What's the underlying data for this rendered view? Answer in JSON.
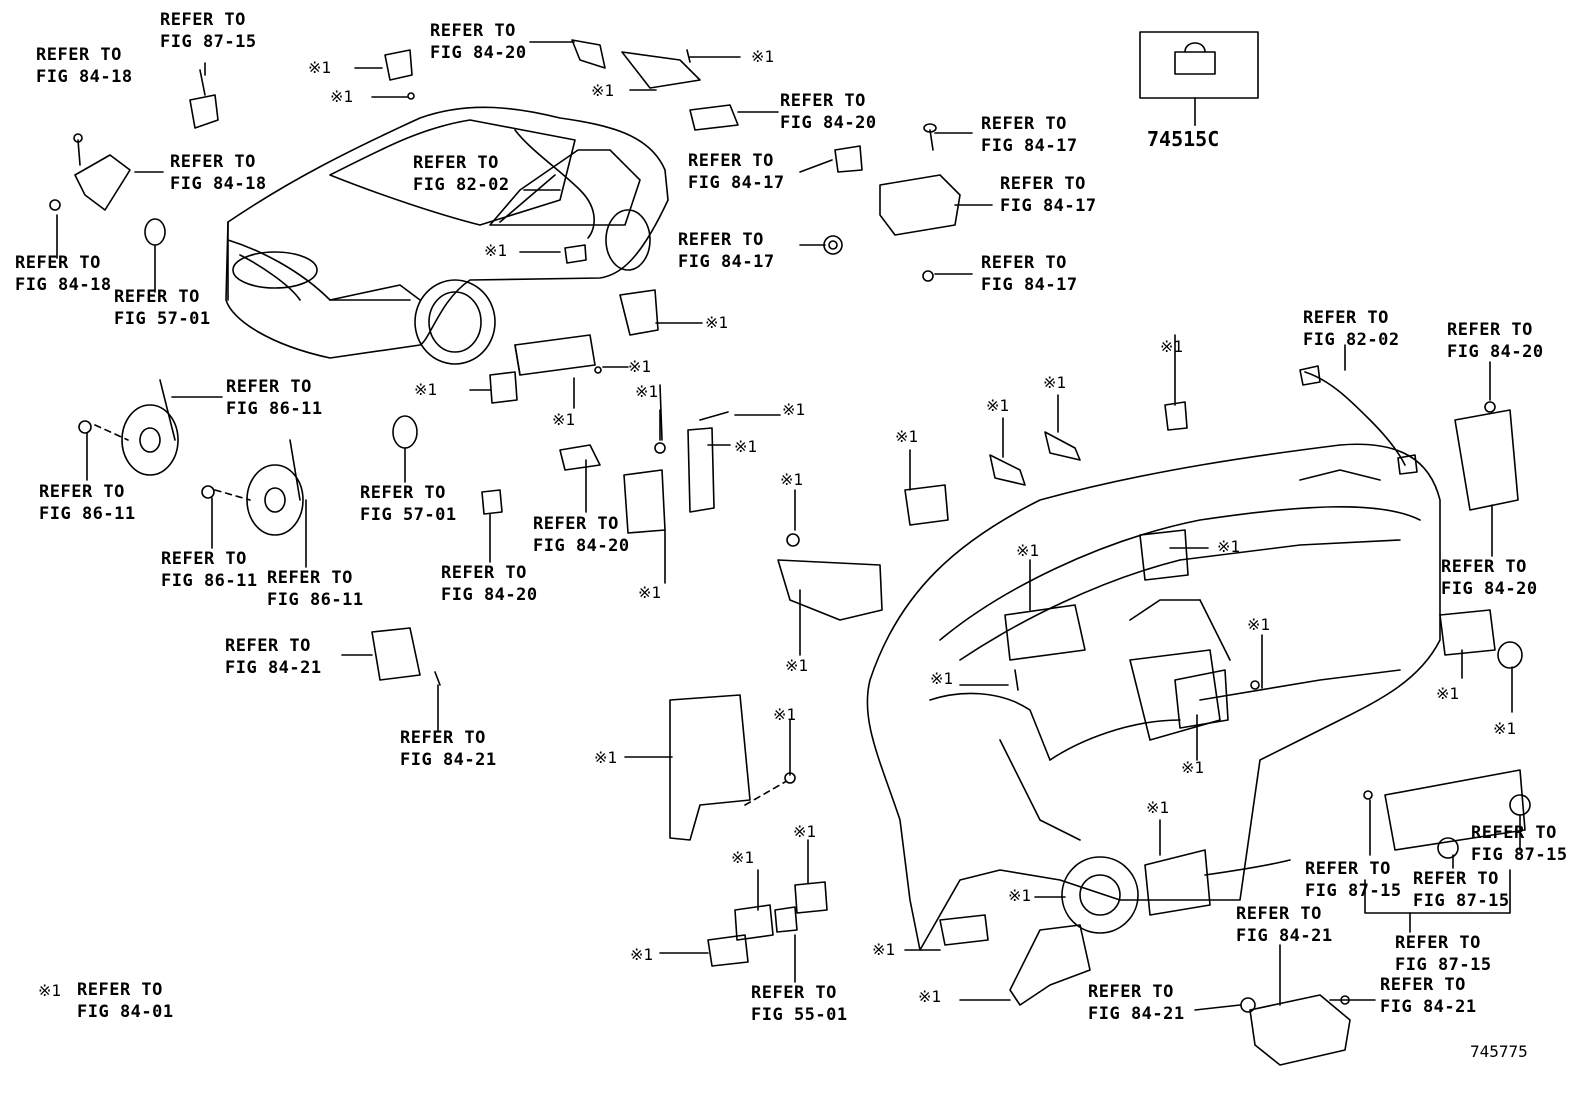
{
  "refer_to": "REFER TO",
  "note_mark": "※1",
  "part_numbers": {
    "emblem_part": "74515C",
    "figure_id": "745775"
  },
  "legend": {
    "mark": "※1",
    "line1": "REFER TO",
    "line2": "FIG 84-01"
  },
  "callouts": [
    {
      "id": "c1",
      "fig": "FIG 87-15"
    },
    {
      "id": "c2",
      "fig": "FIG 84-18"
    },
    {
      "id": "c3",
      "fig": "FIG 84-18"
    },
    {
      "id": "c4",
      "fig": "FIG 84-18"
    },
    {
      "id": "c5",
      "fig": "FIG 57-01"
    },
    {
      "id": "c6",
      "fig": "FIG 84-20"
    },
    {
      "id": "c7",
      "fig": "FIG 84-20"
    },
    {
      "id": "c8",
      "fig": "FIG 82-02"
    },
    {
      "id": "c9",
      "fig": "FIG 84-17"
    },
    {
      "id": "c10",
      "fig": "FIG 84-17"
    },
    {
      "id": "c11",
      "fig": "FIG 84-17"
    },
    {
      "id": "c12",
      "fig": "FIG 84-17"
    },
    {
      "id": "c13",
      "fig": "FIG 84-17"
    },
    {
      "id": "c14",
      "fig": "FIG 86-11"
    },
    {
      "id": "c15",
      "fig": "FIG 86-11"
    },
    {
      "id": "c16",
      "fig": "FIG 86-11"
    },
    {
      "id": "c17",
      "fig": "FIG 86-11"
    },
    {
      "id": "c18",
      "fig": "FIG 57-01"
    },
    {
      "id": "c19",
      "fig": "FIG 84-20"
    },
    {
      "id": "c20",
      "fig": "FIG 84-20"
    },
    {
      "id": "c21",
      "fig": "FIG 84-21"
    },
    {
      "id": "c22",
      "fig": "FIG 84-21"
    },
    {
      "id": "c23",
      "fig": "FIG 82-02"
    },
    {
      "id": "c24",
      "fig": "FIG 84-20"
    },
    {
      "id": "c25",
      "fig": "FIG 84-20"
    },
    {
      "id": "c26",
      "fig": "FIG 55-01"
    },
    {
      "id": "c27",
      "fig": "FIG 87-15"
    },
    {
      "id": "c28",
      "fig": "FIG 87-15"
    },
    {
      "id": "c29",
      "fig": "FIG 87-15"
    },
    {
      "id": "c30",
      "fig": "FIG 87-15"
    },
    {
      "id": "c31",
      "fig": "FIG 84-21"
    },
    {
      "id": "c32",
      "fig": "FIG 84-21"
    },
    {
      "id": "c33",
      "fig": "FIG 84-21"
    }
  ]
}
